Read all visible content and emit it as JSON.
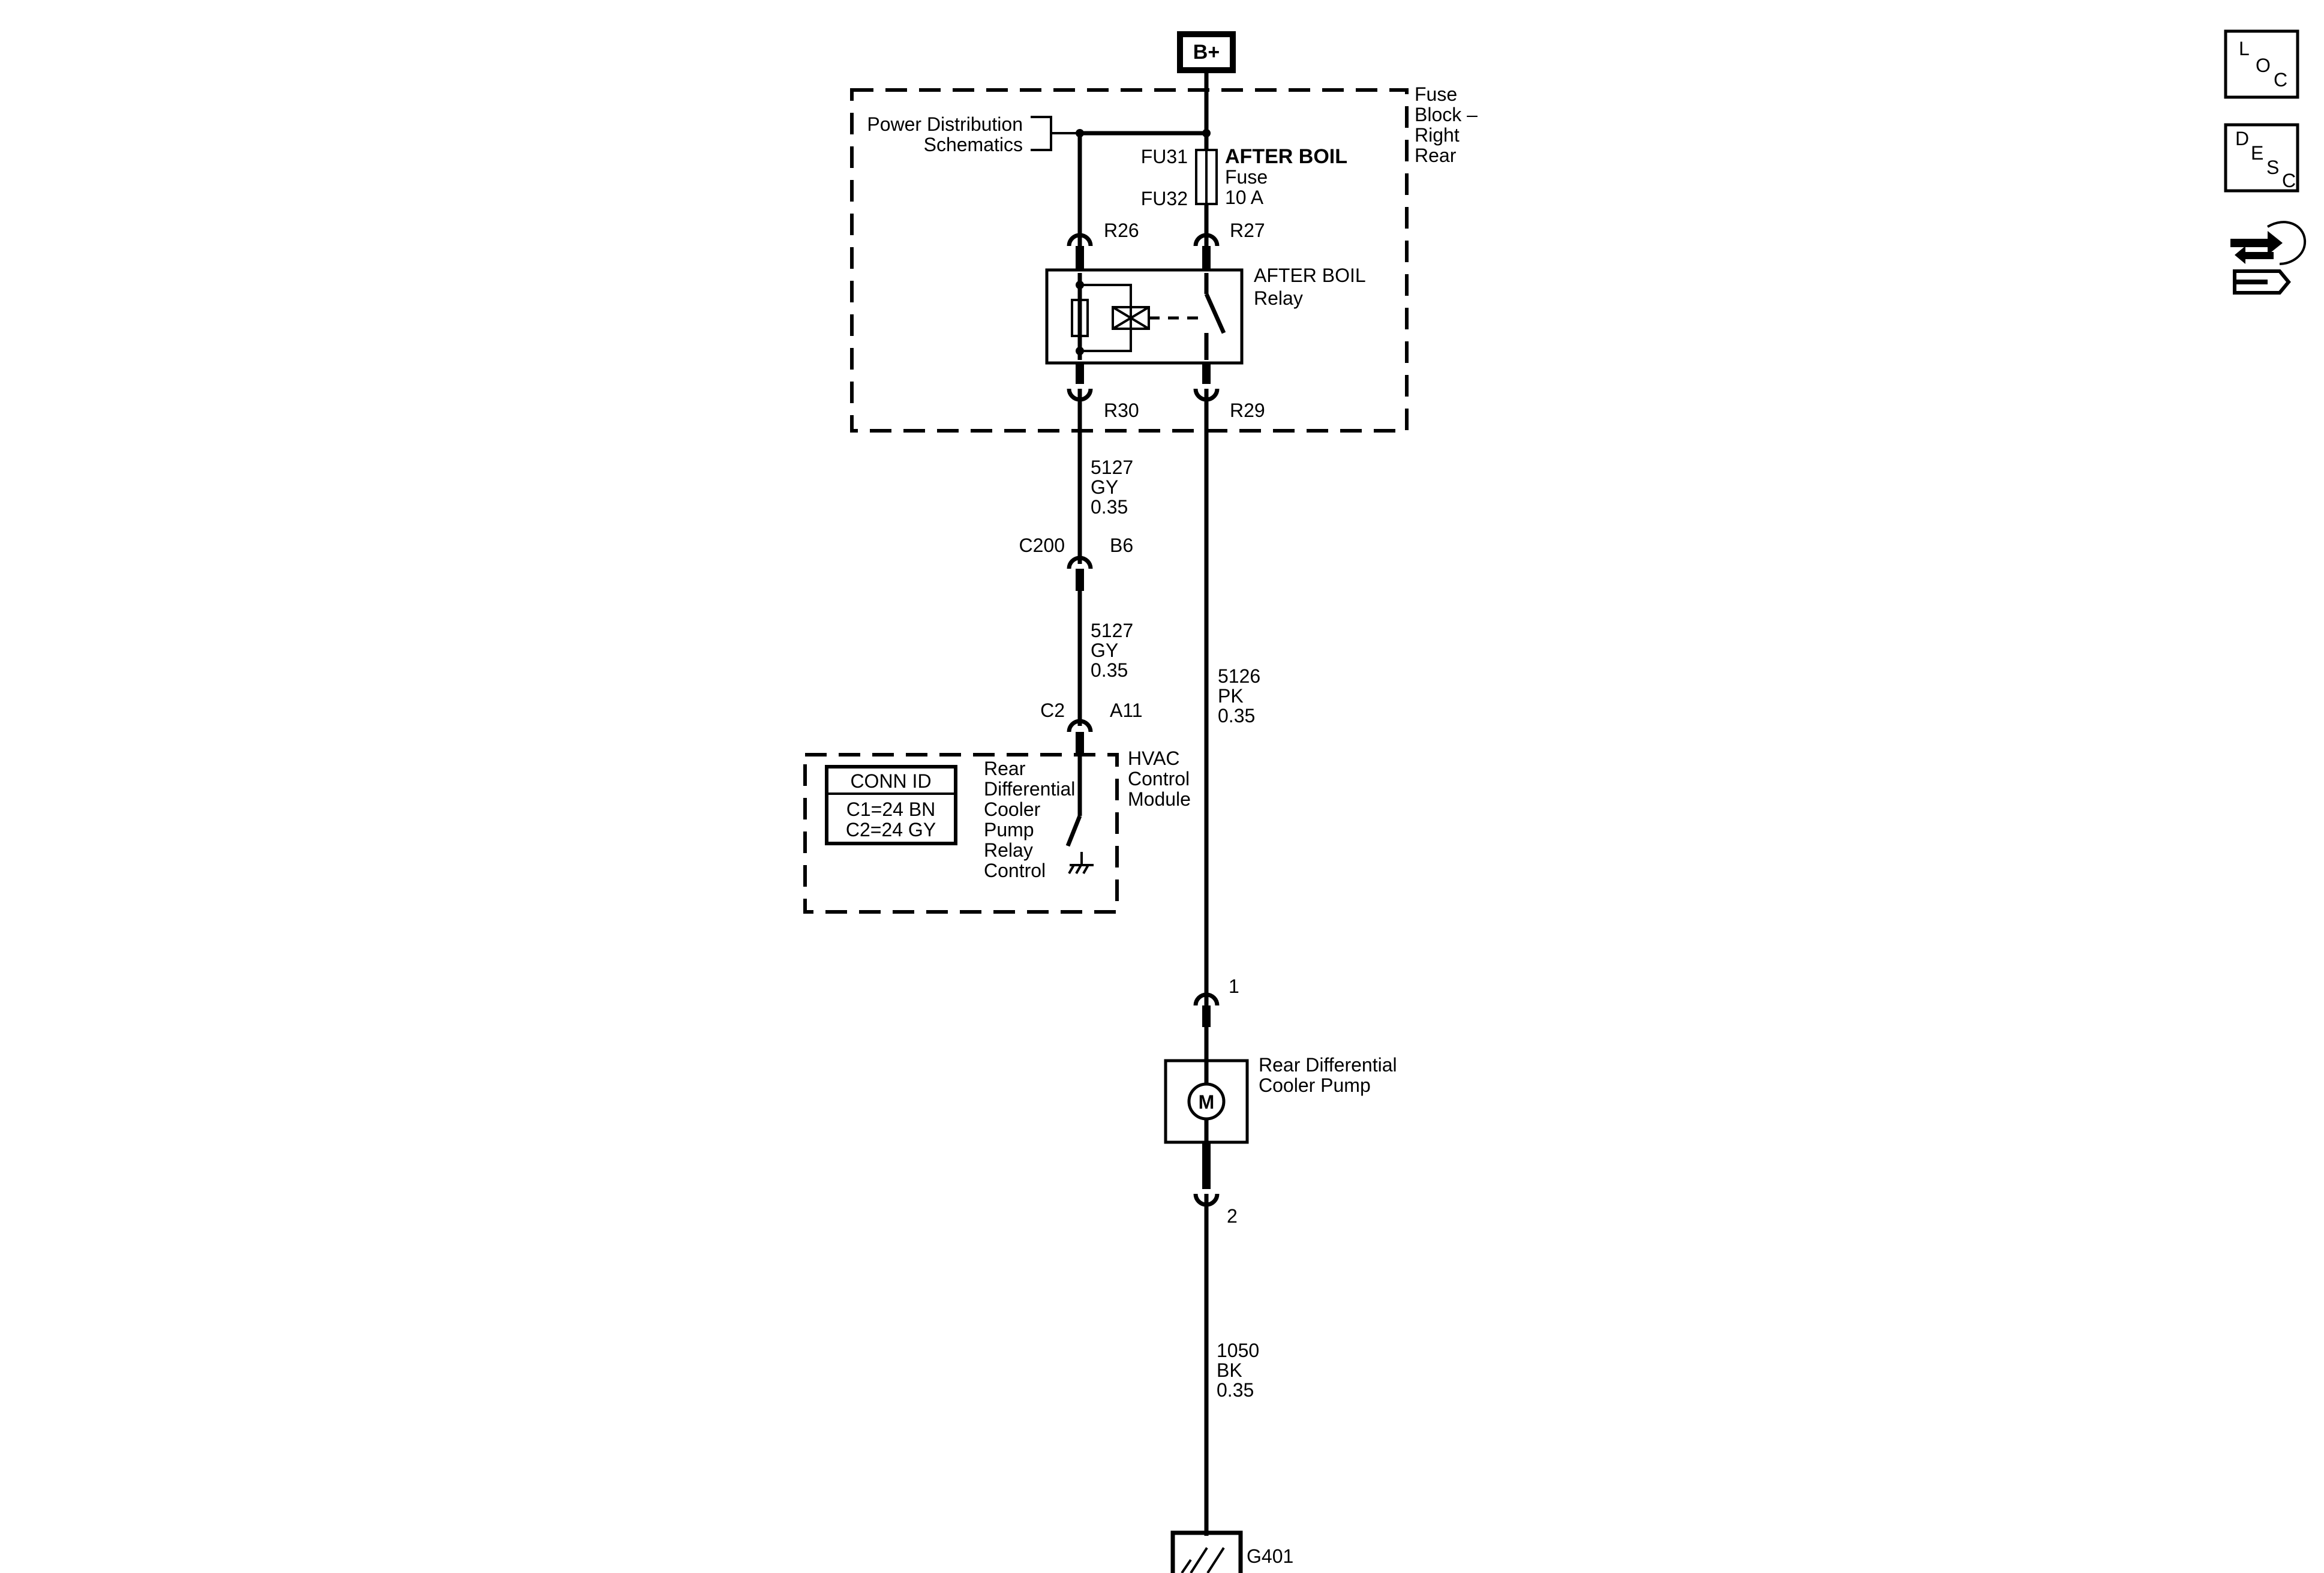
{
  "power": {
    "bplus": "B+"
  },
  "fuse_block": {
    "label_lines": [
      "Fuse",
      "Block –",
      "Right",
      "Rear"
    ]
  },
  "power_dist": {
    "lines": [
      "Power Distribution",
      "Schematics"
    ]
  },
  "fuse": {
    "id_top": "FU31",
    "id_bottom": "FU32",
    "name": "AFTER BOIL",
    "type": "Fuse",
    "rating": "10 A"
  },
  "connectors": {
    "r26": "R26",
    "r27": "R27",
    "r30": "R30",
    "r29": "R29",
    "c200": "C200",
    "b6": "B6",
    "c2": "C2",
    "a11": "A11",
    "pin1": "1",
    "pin2": "2"
  },
  "relay": {
    "lines": [
      "AFTER BOIL",
      "Relay"
    ]
  },
  "wires": {
    "w5127_upper": [
      "5127",
      "GY",
      "0.35"
    ],
    "w5127_lower": [
      "5127",
      "GY",
      "0.35"
    ],
    "w5126": [
      "5126",
      "PK",
      "0.35"
    ],
    "w1050": [
      "1050",
      "BK",
      "0.35"
    ]
  },
  "hvac": {
    "module_lines": [
      "HVAC",
      "Control",
      "Module"
    ],
    "function_lines": [
      "Rear",
      "Differential",
      "Cooler",
      "Pump",
      "Relay",
      "Control"
    ],
    "conn_id_title": "CONN ID",
    "conn_ids": [
      "C1=24 BN",
      "C2=24 GY"
    ]
  },
  "pump": {
    "lines": [
      "Rear Differential",
      "Cooler Pump"
    ],
    "motor": "M"
  },
  "ground": {
    "label": "G401"
  },
  "side_icons": {
    "loc": [
      "L",
      "O",
      "C"
    ],
    "desc": [
      "D",
      "E",
      "S",
      "C"
    ],
    "icons": [
      "location-icon",
      "description-icon",
      "diagnostic-connector-icon"
    ]
  }
}
